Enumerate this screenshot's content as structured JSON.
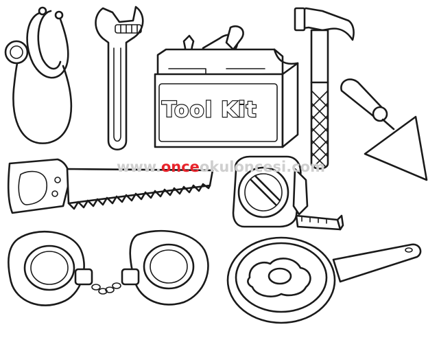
{
  "toolbox": {
    "label": "Tool Kit"
  },
  "watermark": {
    "prefix": "www.",
    "accent": "once",
    "suffix": "okuloncesi.com",
    "color": "#cfcfcf",
    "accent_color": "#e8232b"
  },
  "items": [
    "stethoscope-icon",
    "adjustable-wrench-icon",
    "toolbox-icon",
    "hammer-icon",
    "trowel-icon",
    "hand-saw-icon",
    "tape-measure-icon",
    "handcuffs-icon",
    "frying-pan-with-egg-icon"
  ]
}
